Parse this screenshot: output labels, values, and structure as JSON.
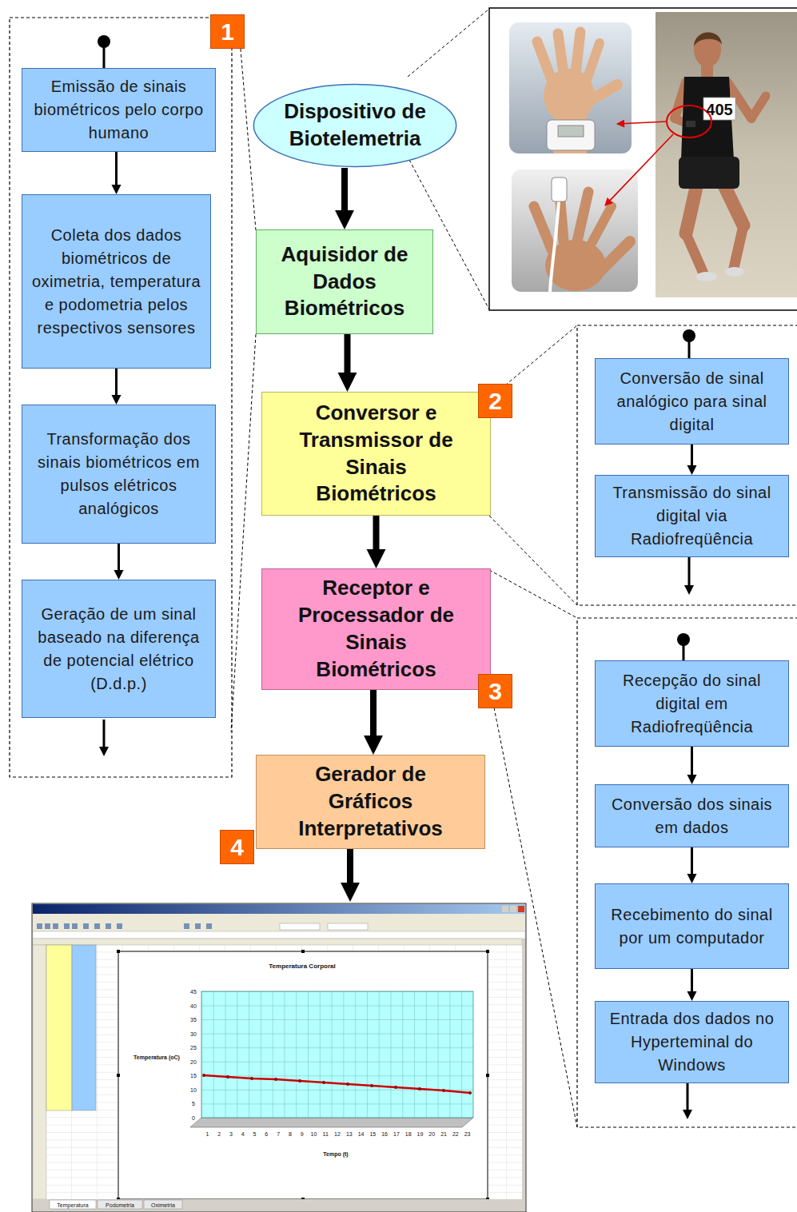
{
  "diagram": {
    "nodes": [
      {
        "text": [
          "Dispositivo de Biotelemetria"
        ]
      },
      {
        "text": [
          "Aquisidor de Dados Biométricos"
        ]
      },
      {
        "text": [
          "Conversor e Transmissor de Sinais Biométricos"
        ]
      },
      {
        "text": [
          "Receptor e Processador de Sinais Biométricos"
        ]
      },
      {
        "text": [
          "Gerador de Gráficos Interpretativos"
        ]
      },
      {
        "text": [
          "Emissão de sinais biométricos pelo corpo humano"
        ]
      },
      {
        "text": [
          "Coleta dos dados biométricos de oximetria, temperatura e podometria pelos respectivos sensores"
        ]
      },
      {
        "text": [
          "Transformação dos sinais biométricos em pulsos elétricos analógicos"
        ]
      },
      {
        "text": [
          "Geração de um sinal baseado na diferença de potencial elétrico (D.d.p.)"
        ]
      },
      {
        "text": [
          "Conversão de sinal analógico para sinal digital"
        ]
      },
      {
        "text": [
          "Transmissão do sinal digital via Radiofreqüência"
        ]
      },
      {
        "text": [
          "Recepção do sinal digital em Radiofreqüência"
        ]
      },
      {
        "text": [
          "Conversão dos sinais em dados"
        ]
      },
      {
        "text": [
          "Recebimento do sinal por um computador"
        ]
      },
      {
        "text": [
          "Entrada dos dados no Hyperteminal do Windows"
        ]
      }
    ],
    "edges": [
      {
        "from": 0,
        "to": 1,
        "arrow": "to"
      },
      {
        "from": 1,
        "to": 2,
        "arrow": "to"
      },
      {
        "from": 2,
        "to": 3,
        "arrow": "to"
      },
      {
        "from": 3,
        "to": 4,
        "arrow": "to"
      },
      {
        "from": 5,
        "to": 6,
        "arrow": "to"
      },
      {
        "from": 6,
        "to": 7,
        "arrow": "to"
      },
      {
        "from": 7,
        "to": 8,
        "arrow": "to"
      },
      {
        "from": 9,
        "to": 10,
        "arrow": "to"
      },
      {
        "from": 11,
        "to": 12,
        "arrow": "to"
      },
      {
        "from": 12,
        "to": 13,
        "arrow": "to"
      },
      {
        "from": 13,
        "to": 14,
        "arrow": "to"
      }
    ],
    "labels": [
      "1",
      "2",
      "3",
      "4",
      "405",
      "Temperatura Corporal",
      "Temperatura (oC)",
      "Tempo (t)",
      "0",
      "5",
      "10",
      "15",
      "20",
      "25",
      "30",
      "35",
      "40",
      "45",
      "1",
      "2",
      "3",
      "4",
      "5",
      "6",
      "7",
      "8",
      "9",
      "10",
      "11",
      "12",
      "13",
      "14",
      "15",
      "16",
      "17",
      "18",
      "19",
      "20",
      "21",
      "22",
      "23",
      "Temperatura",
      "Podometria",
      "Oximetria"
    ]
  }
}
